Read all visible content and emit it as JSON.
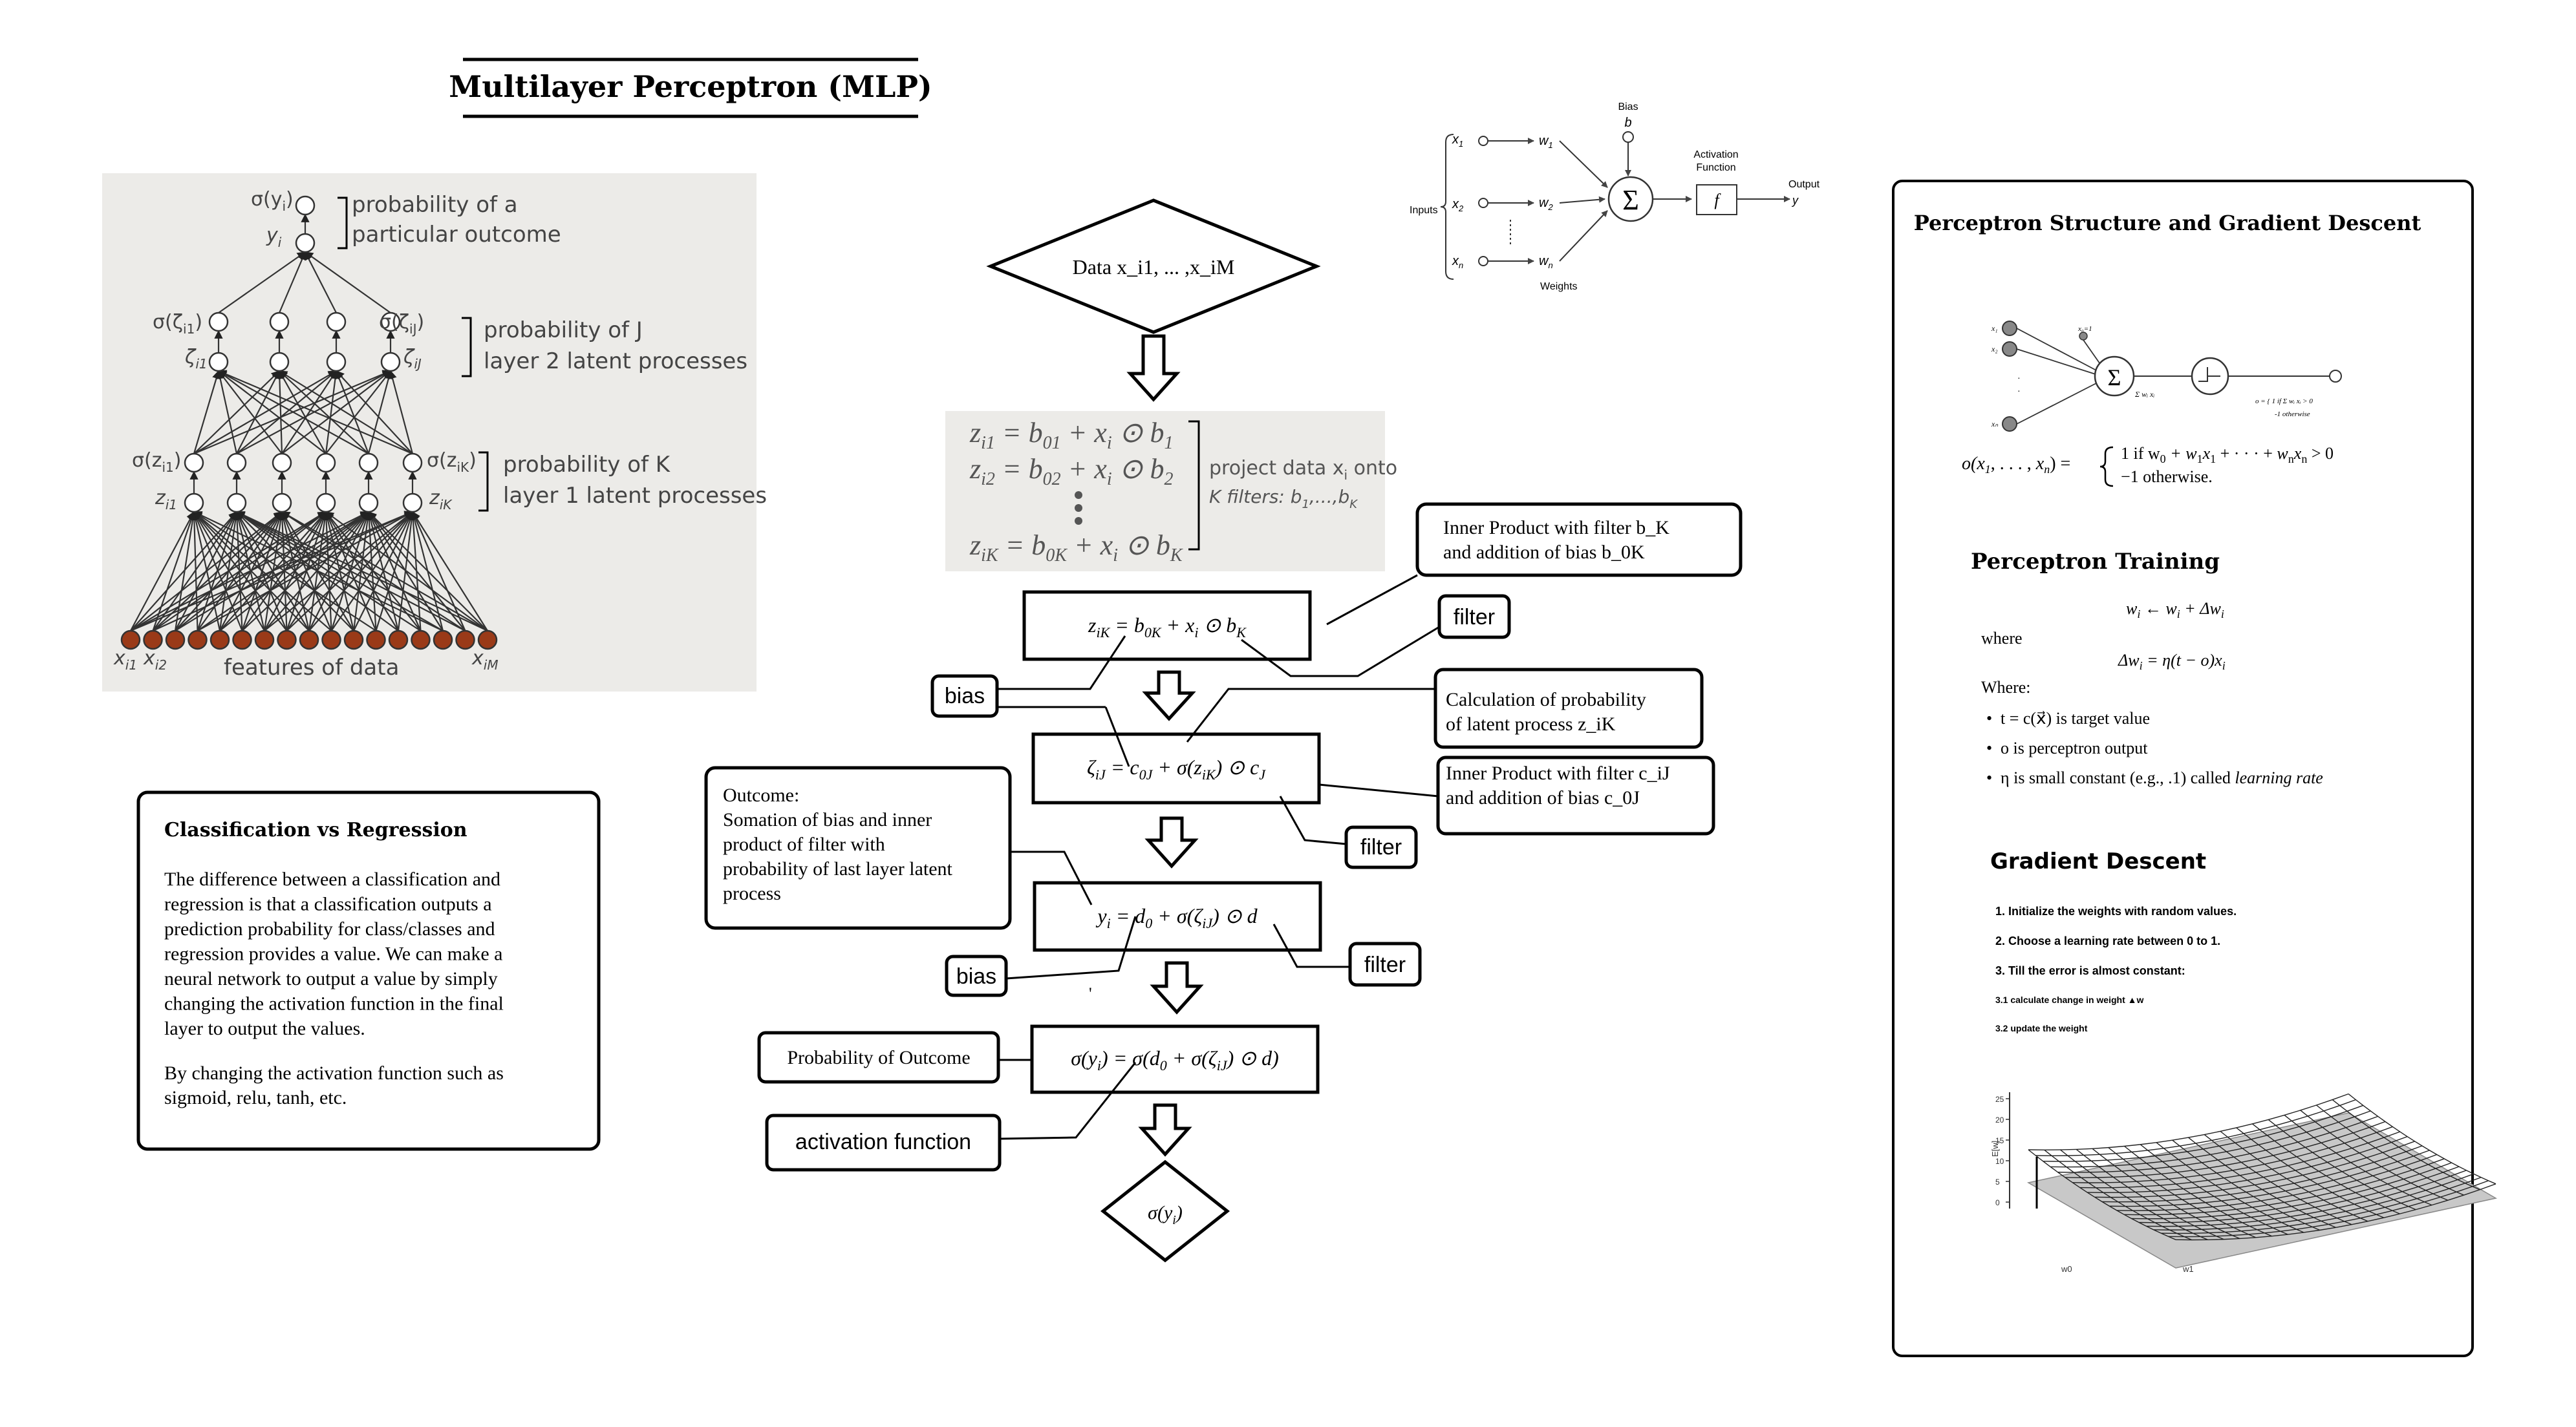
{
  "title": "Multilayer Perceptron (MLP)",
  "mlp_image": {
    "top_node": "σ(y",
    "top_node_sub": "i",
    "yi": "y",
    "yi_sub": "i",
    "prob_outcome_1": "probability of a",
    "prob_outcome_2": "particular outcome",
    "zeta_left": "σ(ζ",
    "zeta_left_sub": "i1",
    "zeta_right": "σ(ζ",
    "zeta_right_sub": "iJ",
    "zeta_i1": "ζ",
    "zeta_iJ": "ζ",
    "prob_J_1": "probability of J",
    "prob_J_2": "layer 2 latent processes",
    "sz_left": "σ(z",
    "sz_left_sub": "i1",
    "sz_right": "σ(z",
    "sz_right_sub": "iK",
    "z_i1": "z",
    "z_iK": "z",
    "prob_K_1": "probability of K",
    "prob_K_2": "layer 1 latent processes",
    "x_i1": "x",
    "x_i2": "x",
    "x_iM": "x",
    "features": "features of data"
  },
  "classification": {
    "heading": "Classification vs Regression",
    "para1": [
      "The difference between a classification and",
      "regression is that a classification outputs a",
      "prediction probability for class/classes and",
      "regression provides a value. We can make a",
      "neural network to output a value by simply",
      "changing the activation function in the final",
      "layer to output the values."
    ],
    "para2": [
      "By changing the activation function such as",
      "sigmoid, relu, tanh, etc."
    ]
  },
  "flow": {
    "data_label": "Data   x_i1, ... ,x_iM",
    "project_1": "project data x",
    "project_1_sub": "i",
    "project_1_end": " onto",
    "project_2": "K filters: b",
    "project_2_end": ",...,b",
    "eq_zi1": "z",
    "eq_zi1_rest": " = b",
    "eq_zi1_b": "01",
    "eq_zi1_tail": " + x",
    "eq_zi1_tail2": " ⊙ b",
    "eq_zi2_b": "02",
    "eq_ziK_b": "0K",
    "box_z": "z",
    "box_z_sub": "iK",
    "box_z_mid": " = b",
    "box_z_b": "0K",
    "box_z_tail": " + x",
    "box_z_i": "i",
    "box_z_end": " ⊙ b",
    "box_z_K": "K",
    "box_zeta": "ζ",
    "box_zeta_sub": "iJ",
    "box_zeta_mid": " = c",
    "box_zeta_c": "0J",
    "box_zeta_tail": " + σ(z",
    "box_zeta_iK": "iK",
    "box_zeta_end": ") ⊙ c",
    "box_zeta_J": "J",
    "box_y": "y",
    "box_y_sub": "i",
    "box_y_mid": " = d",
    "box_y_d": "0",
    "box_y_tail": " + σ(ζ",
    "box_y_iJ": "iJ",
    "box_y_end": ") ⊙ d",
    "box_sig": "σ(y",
    "box_sig_sub": "i",
    "box_sig_mid": ") = σ(d",
    "box_sig_d": "0",
    "box_sig_tail": " + σ(ζ",
    "box_sig_iJ": "iJ",
    "box_sig_end": ") ⊙ d)",
    "final": "σ(y",
    "final_sub": "i",
    "final_end": ")"
  },
  "callouts": {
    "inner_b1": "Inner Product with filter b_K",
    "inner_b2": "and addition of bias b_0K",
    "filter1": "filter",
    "bias1": "bias",
    "calc1": "Calculation of probability",
    "calc2": "of latent process z_iK",
    "inner_c1": "Inner Product with filter c_iJ",
    "inner_c2": "and addition of bias c_0J",
    "filter2": "filter",
    "outcome": [
      "Outcome:",
      "Somation of bias and inner",
      "product of filter with",
      "probability of last layer latent",
      "process"
    ],
    "bias2": "bias",
    "filter3": "filter",
    "prob_outcome": "Probability of Outcome",
    "activation": "activation function"
  },
  "perceptron_image": {
    "bias": "Bias",
    "b": "b",
    "activation_1": "Activation",
    "activation_2": "Function",
    "output": "Output",
    "y": "y",
    "inputs": "Inputs",
    "x1": "x",
    "x2": "x",
    "xn": "x",
    "w1": "w",
    "w2": "w",
    "wn": "w",
    "weights": "Weights",
    "f": "f",
    "sigma": "Σ"
  },
  "right_panel": {
    "title": "Perceptron Structure and Gradient Descent",
    "formula_lhs": "o(x",
    "formula_1": "1  if  w",
    "formula_2": "−1  otherwise.",
    "training_heading": "Perceptron Training",
    "training_eq": "w",
    "training_eq_rest": " ← w",
    "training_eq_end": " + Δw",
    "where": "where",
    "delta_eq": "Δw",
    "delta_eq_rest": " = η(t − o)x",
    "where2": "Where:",
    "bullets": [
      "t = c(x⃗) is target value",
      "o is perceptron output",
      "η is small constant (e.g., .1) called"
    ],
    "bullet_lr": "learning rate",
    "gd_heading": "Gradient Descent",
    "gd_steps": [
      "1. Initialize the weights with random values.",
      "2. Choose a learning rate between 0 to 1.",
      "3. Till the error is almost constant:",
      "3.1 calculate change in weight  ▲w",
      "3.2 update the weight"
    ],
    "plot_labels": {
      "z_axis": "E[w]",
      "w0": "w0",
      "w1": "w1"
    }
  }
}
